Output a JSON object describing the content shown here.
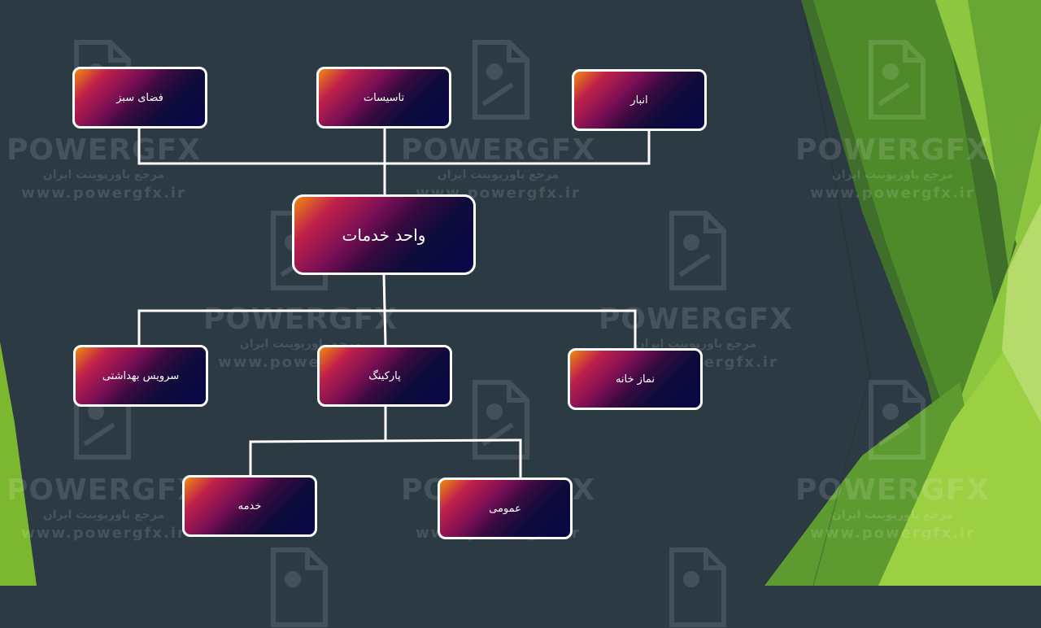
{
  "org_chart": {
    "root": {
      "label": "واحد خدمات"
    },
    "top_units": [
      {
        "label": "فضای سبز"
      },
      {
        "label": "تاسیسات"
      },
      {
        "label": "انبار"
      }
    ],
    "sub_units": [
      {
        "label": "سرویس بهداشتی"
      },
      {
        "label": "پارکینگ"
      },
      {
        "label": "نماز خانه"
      }
    ],
    "parking_units": [
      {
        "label": "خدمه"
      },
      {
        "label": "عمومی"
      }
    ]
  },
  "watermark": {
    "brand": "POWERGFX",
    "tagline": "مرجع پاورپوینت ایران",
    "url": "www.powergfx.ir"
  },
  "colors": {
    "background": "#2c3a44",
    "accent_green": "#8dc63f",
    "connector": "#ffffff"
  }
}
